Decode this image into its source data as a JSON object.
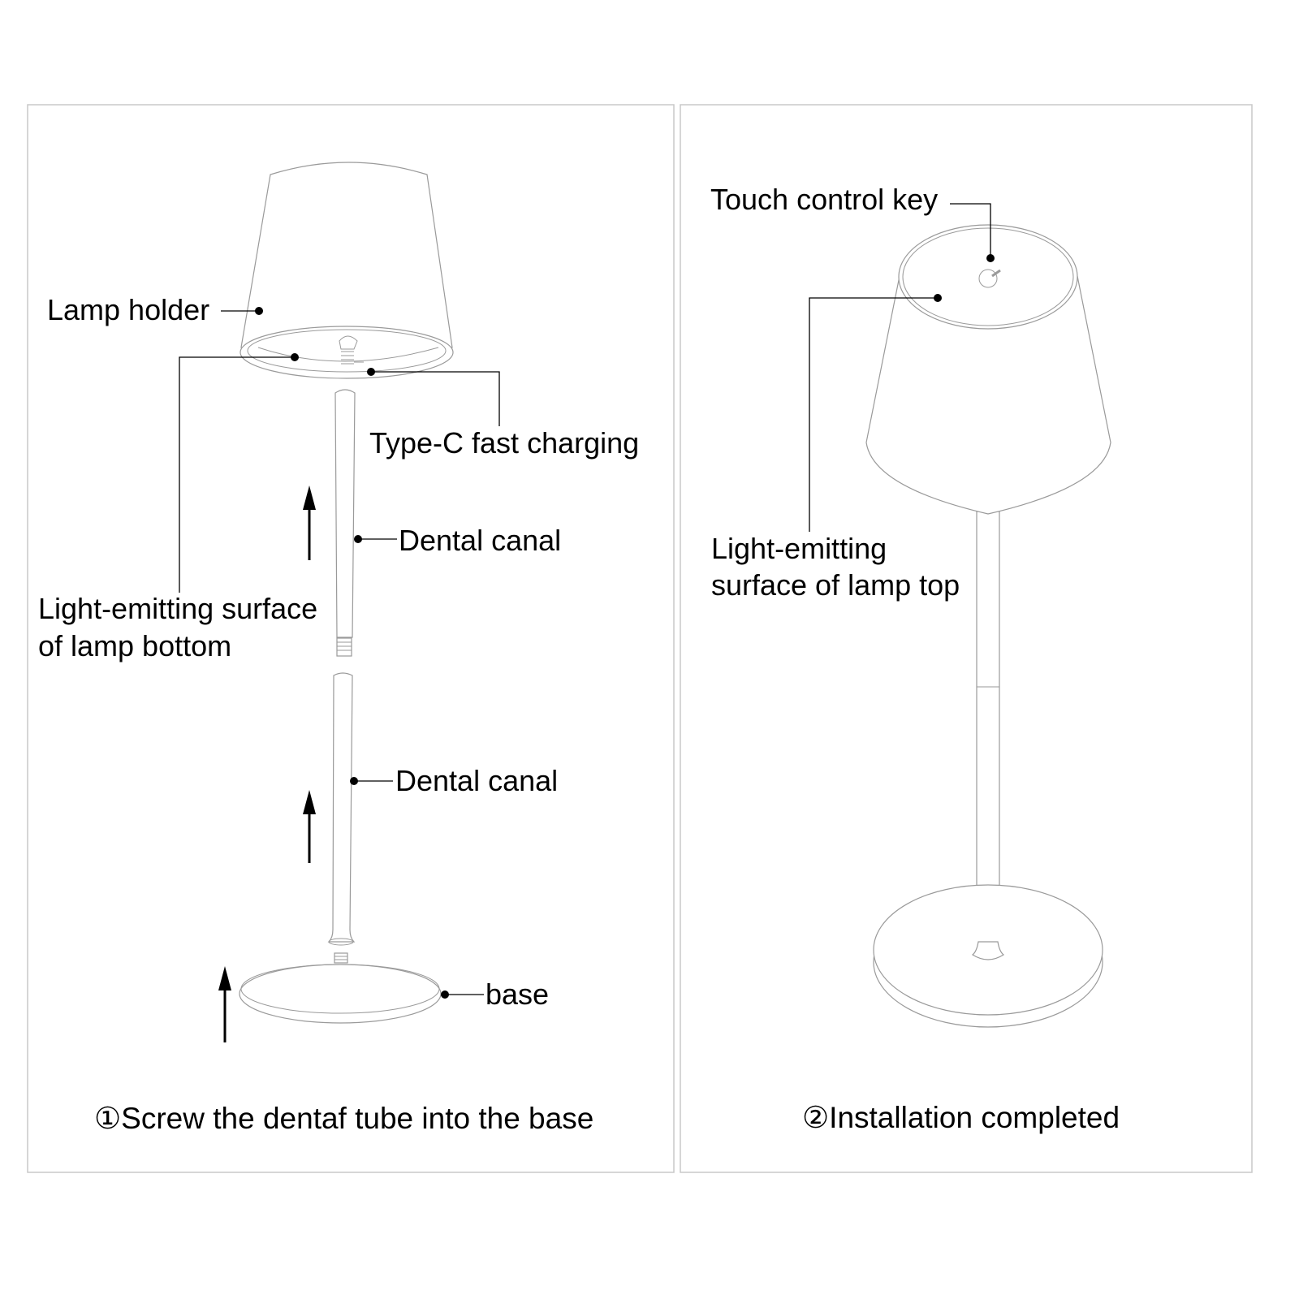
{
  "left_panel": {
    "labels": {
      "lamp_holder": "Lamp holder",
      "light_bottom_line1": "Light-emitting surface",
      "light_bottom_line2": "of lamp bottom",
      "type_c": "Type-C fast charging",
      "dental_canal_1": "Dental canal",
      "dental_canal_2": "Dental canal",
      "base": "base"
    },
    "caption": "①Screw the dentaf tube into the base"
  },
  "right_panel": {
    "labels": {
      "touch_key": "Touch control key",
      "light_top_line1": "Light-emitting",
      "light_top_line2": "surface of lamp top"
    },
    "caption": "②Installation completed"
  }
}
